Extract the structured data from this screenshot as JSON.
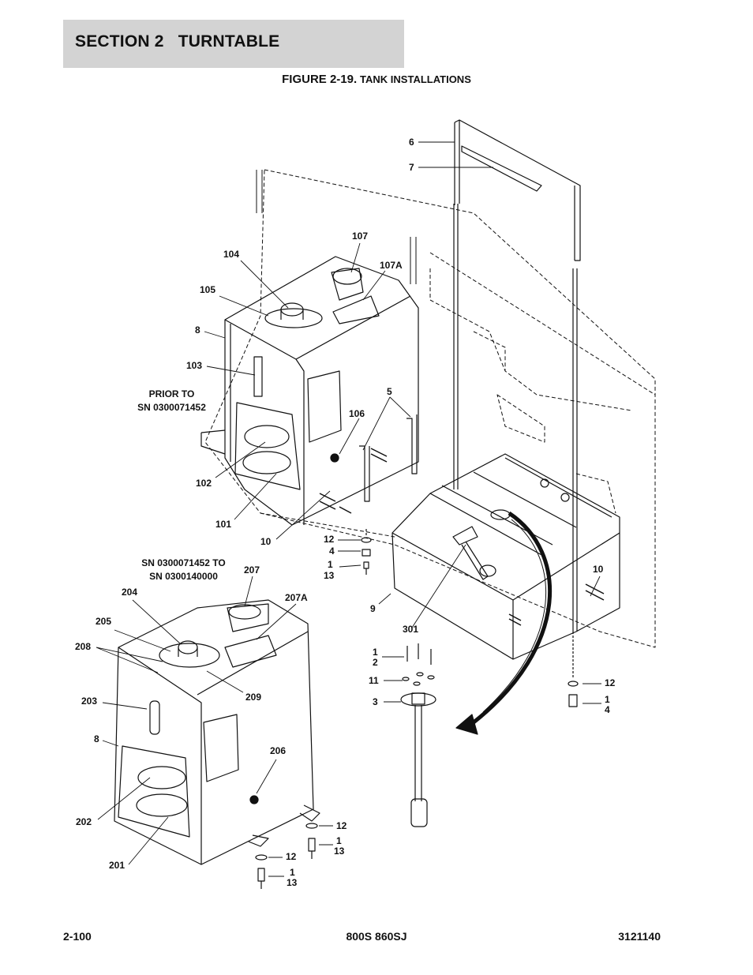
{
  "header": {
    "section": "SECTION 2   TURNTABLE"
  },
  "figure": {
    "number": "FIGURE 2-19.",
    "title": "TANK INSTALLATIONS"
  },
  "callouts": {
    "c6": "6",
    "c7": "7",
    "c107": "107",
    "c104": "104",
    "c107a": "107A",
    "c105": "105",
    "c8a": "8",
    "c103": "103",
    "prior_to": "PRIOR TO",
    "sn_prior": "SN 0300071452",
    "c5": "5",
    "c106": "106",
    "c102": "102",
    "c101": "101",
    "c10a": "10",
    "c12a": "12",
    "c4a": "4",
    "c1a": "1",
    "c13a": "13",
    "sn_range_1": "SN 0300071452 TO",
    "sn_range_2": "SN 0300140000",
    "c207": "207",
    "c204": "204",
    "c207a": "207A",
    "c205": "205",
    "c208": "208",
    "c10b": "10",
    "c9": "9",
    "c301": "301",
    "c209": "209",
    "c1b": "1",
    "c2b": "2",
    "c11": "11",
    "c3": "3",
    "c12b": "12",
    "c1c": "1",
    "c4c": "4",
    "c203": "203",
    "c8b": "8",
    "c206": "206",
    "c202": "202",
    "c201": "201",
    "c12d": "12",
    "c1d": "1",
    "c13d": "13",
    "c12e": "12",
    "c1e": "1",
    "c13e": "13"
  },
  "footer": {
    "page": "2-100",
    "model": "800S 860SJ",
    "doc_no": "3121140"
  }
}
